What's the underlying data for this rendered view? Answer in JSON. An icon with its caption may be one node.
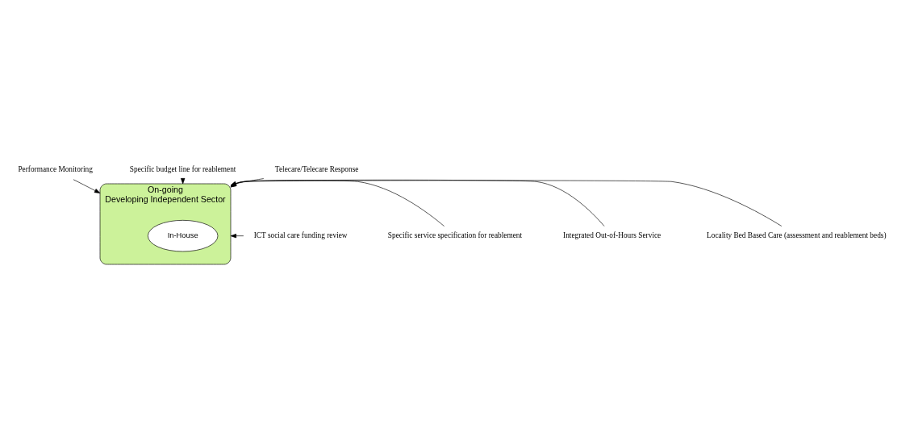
{
  "diagram": {
    "nodes": [
      {
        "text": [
          "On-going",
          "Developing Independent Sector"
        ]
      },
      {
        "text": [
          "In-House"
        ],
        "in": 0
      },
      {
        "text": [
          "Performance Monitoring"
        ]
      },
      {
        "text": [
          "Specific budget line for reablement"
        ]
      },
      {
        "text": [
          "Telecare/Telecare Response"
        ]
      },
      {
        "text": [
          "ICT social care funding review"
        ]
      },
      {
        "text": [
          "Specific service specification for reablement"
        ]
      },
      {
        "text": [
          "Integrated Out-of-Hours Service"
        ]
      },
      {
        "text": [
          "Locality Bed Based Care (assessment and reablement beds)"
        ]
      }
    ],
    "edges": [
      {
        "from": 2,
        "to": 0,
        "arrow": "to"
      },
      {
        "from": 3,
        "to": 0,
        "arrow": "to"
      },
      {
        "from": 4,
        "to": 0,
        "arrow": "to"
      },
      {
        "from": 5,
        "to": 0,
        "arrow": "to"
      },
      {
        "from": 6,
        "to": 0,
        "arrow": "to"
      },
      {
        "from": 7,
        "to": 0,
        "arrow": "to"
      },
      {
        "from": 8,
        "to": 0,
        "arrow": "to"
      }
    ]
  }
}
